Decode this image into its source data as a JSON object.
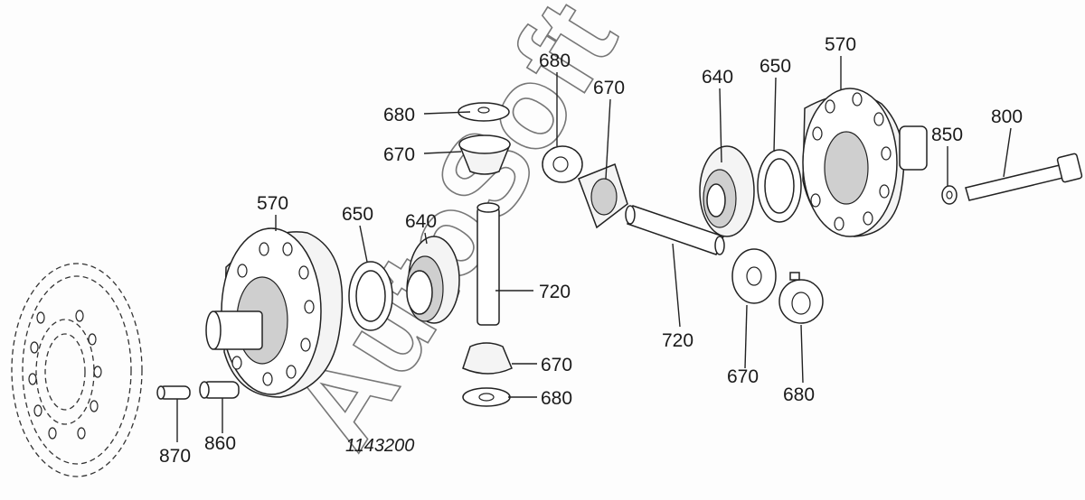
{
  "diagram": {
    "reference_number": "1143200",
    "watermark": "AutoSoft",
    "callouts": [
      {
        "id": "c870",
        "label": "870"
      },
      {
        "id": "c860",
        "label": "860"
      },
      {
        "id": "c570a",
        "label": "570"
      },
      {
        "id": "c650a",
        "label": "650"
      },
      {
        "id": "c640a",
        "label": "640"
      },
      {
        "id": "c680a",
        "label": "680"
      },
      {
        "id": "c670a",
        "label": "670"
      },
      {
        "id": "c720a",
        "label": "720"
      },
      {
        "id": "c670b",
        "label": "670"
      },
      {
        "id": "c680b",
        "label": "680"
      },
      {
        "id": "c680c",
        "label": "680"
      },
      {
        "id": "c670c",
        "label": "670"
      },
      {
        "id": "c720b",
        "label": "720"
      },
      {
        "id": "c640b",
        "label": "640"
      },
      {
        "id": "c650b",
        "label": "650"
      },
      {
        "id": "c570b",
        "label": "570"
      },
      {
        "id": "c850",
        "label": "850"
      },
      {
        "id": "c800",
        "label": "800"
      },
      {
        "id": "c670d",
        "label": "670"
      },
      {
        "id": "c680d",
        "label": "680"
      }
    ]
  }
}
